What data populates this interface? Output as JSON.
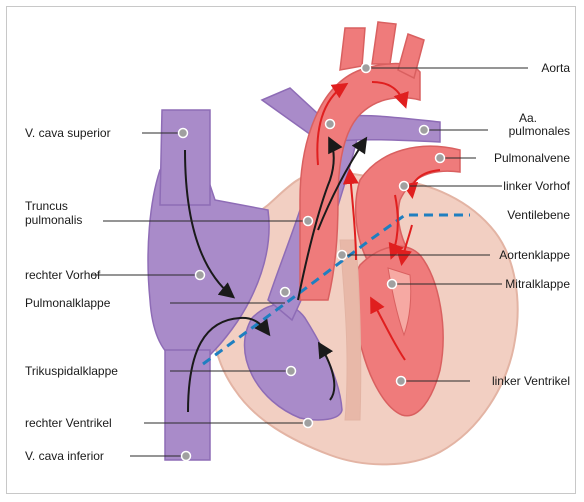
{
  "labels": {
    "aorta": "Aorta",
    "aa_pulmonales_1": "Aa.",
    "aa_pulmonales_2": "pulmonales",
    "pulmonalvene": "Pulmonalvene",
    "linker_vorhof": "linker Vorhof",
    "ventilebene": "Ventilebene",
    "aortenklappe": "Aortenklappe",
    "mitralklappe": "Mitralklappe",
    "linker_ventrikel": "linker Ventrikel",
    "v_cava_superior": "V. cava superior",
    "truncus_1": "Truncus",
    "truncus_2": "pulmonalis",
    "rechter_vorhof": "rechter Vorhof",
    "pulmonalklappe": "Pulmonalklappe",
    "trikuspidalklappe": "Trikuspidalklappe",
    "rechter_ventrikel": "rechter Ventrikel",
    "v_cava_inferior": "V. cava inferior"
  },
  "colors": {
    "venous": "#a98bc9",
    "venous_dark": "#8e6cb6",
    "arterial": "#ef7b7b",
    "arterial_light": "#f6a9a3",
    "myocardium": "#f2cfc2",
    "myocardium_edge": "#e3b4a4",
    "ventilebene": "#1f7fc0",
    "arrow_venous": "#1a1a1a",
    "arrow_arterial": "#e01f1f",
    "pointer": "#2b2b2b",
    "dot": "#a0a0a0"
  }
}
